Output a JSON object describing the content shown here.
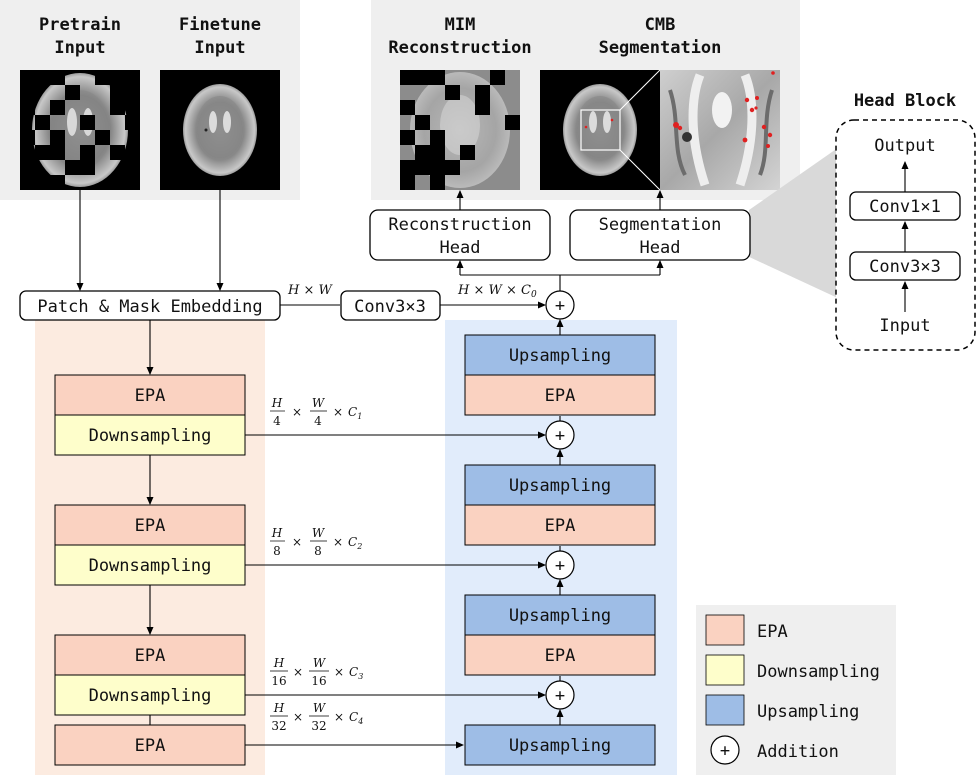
{
  "titles": {
    "pretrain_input": [
      "Pretrain",
      "Input"
    ],
    "finetune_input": [
      "Finetune",
      "Input"
    ],
    "mim_reconstruction": [
      "MIM",
      "Reconstruction"
    ],
    "cmb_segmentation": [
      "CMB",
      "Segmentation"
    ],
    "head_block": "Head Block"
  },
  "heads": {
    "reconstruction": [
      "Reconstruction",
      "Head"
    ],
    "segmentation": [
      "Segmentation",
      "Head"
    ]
  },
  "head_block": {
    "output": "Output",
    "conv1": "Conv1×1",
    "conv3": "Conv3×3",
    "input": "Input"
  },
  "embedding": "Patch & Mask Embedding",
  "conv3x3": "Conv3×3",
  "encoder": {
    "epa": "EPA",
    "downsampling": "Downsampling"
  },
  "decoder": {
    "upsampling": "Upsampling",
    "epa": "EPA"
  },
  "dims": {
    "hw": "H × W",
    "hwc0": "H × W × C",
    "c0_sub": "0",
    "stages": [
      {
        "num": "H",
        "den": "4",
        "num2": "W",
        "den2": "4",
        "c": "C",
        "sub": "1"
      },
      {
        "num": "H",
        "den": "8",
        "num2": "W",
        "den2": "8",
        "c": "C",
        "sub": "2"
      },
      {
        "num": "H",
        "den": "16",
        "num2": "W",
        "den2": "16",
        "c": "C",
        "sub": "3"
      },
      {
        "num": "H",
        "den": "32",
        "num2": "W",
        "den2": "32",
        "c": "C",
        "sub": "4"
      }
    ],
    "times": "×"
  },
  "legend": {
    "epa": "EPA",
    "downsampling": "Downsampling",
    "upsampling": "Upsampling",
    "addition": "Addition",
    "plus": "+"
  },
  "colors": {
    "epa": "#fad2c1",
    "downsampling": "#fefecb",
    "upsampling": "#9ebde6",
    "encoder_bg": "#fcebe0",
    "decoder_bg": "#e1ecfb",
    "panel_bg": "#efefef",
    "lesion": "#e02020"
  }
}
